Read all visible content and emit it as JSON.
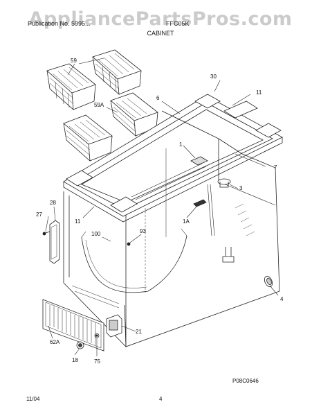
{
  "watermark": "AppliancePartsPros.com",
  "header": {
    "left": "Publication No. 5995...",
    "right": "FFC05K",
    "section": "CABINET"
  },
  "footer": {
    "date": "11/04",
    "page": "4",
    "drawing_code": "P08C0646"
  },
  "callouts": [
    "59",
    "30",
    "11",
    "6",
    "59A",
    "1",
    "7",
    "3",
    "28",
    "27",
    "11",
    "1A",
    "100",
    "93",
    "4",
    "21",
    "62A",
    "18",
    "75"
  ]
}
